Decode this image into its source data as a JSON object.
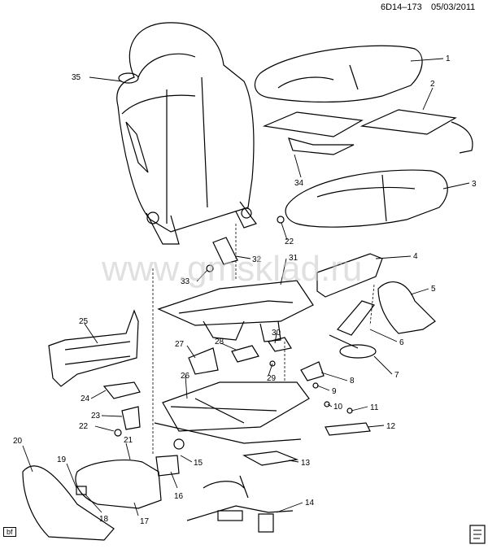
{
  "header": {
    "code": "6D14–173",
    "date": "05/03/2011"
  },
  "watermark": "www.gmsklad.ru",
  "footer": {
    "tag": "bf"
  },
  "callouts": {
    "c1": "1",
    "c2": "2",
    "c3": "3",
    "c4": "4",
    "c5": "5",
    "c6": "6",
    "c7": "7",
    "c8": "8",
    "c9": "9",
    "c10": "10",
    "c11": "11",
    "c12": "12",
    "c13": "13",
    "c14": "14",
    "c15": "15",
    "c16": "16",
    "c17": "17",
    "c18": "18",
    "c19": "19",
    "c20": "20",
    "c21": "21",
    "c22a": "22",
    "c22b": "22",
    "c23": "23",
    "c24": "24",
    "c25": "25",
    "c26": "26",
    "c27": "27",
    "c28": "28",
    "c29": "29",
    "c30": "30",
    "c31": "31",
    "c32": "32",
    "c33": "33",
    "c34": "34",
    "c35": "35"
  },
  "colors": {
    "line": "#000000",
    "watermark": "#c7c7c7"
  }
}
